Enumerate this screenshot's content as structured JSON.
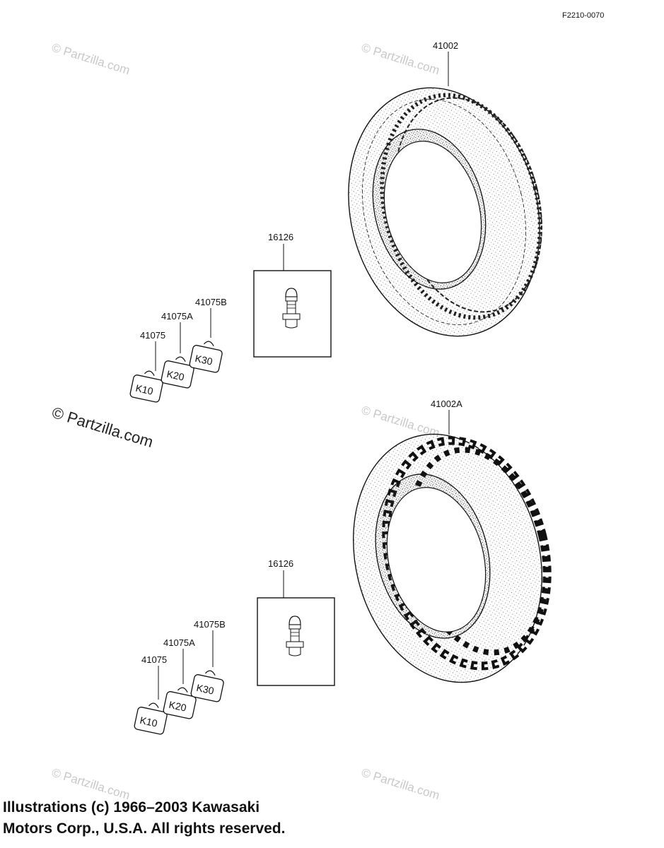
{
  "figure_code": "F2210-0070",
  "watermarks": {
    "text": "© Partzilla.com"
  },
  "parts": {
    "tire_front": "41002",
    "tire_rear": "41002A",
    "valve_top": "16126",
    "valve_bottom": "16126",
    "weight_a_top": "41075",
    "weight_b_top": "41075A",
    "weight_c_top": "41075B",
    "weight_a_bottom": "41075",
    "weight_b_bottom": "41075A",
    "weight_c_bottom": "41075B"
  },
  "weight_marks": {
    "k10": "K10",
    "k20": "K20",
    "k30": "K30"
  },
  "copyright": {
    "line1": "Illustrations (c) 1966–2003 Kawasaki",
    "line2": "Motors Corp., U.S.A.  All rights reserved."
  }
}
